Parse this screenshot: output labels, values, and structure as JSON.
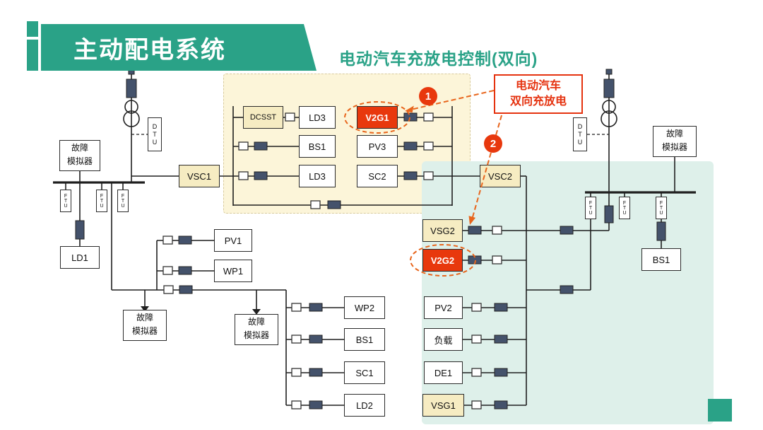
{
  "header": {
    "title": "主动配电系统",
    "subtitle": "电动汽车充放电控制(双向)"
  },
  "callout": {
    "line1": "电动汽车",
    "line2": "双向充放电"
  },
  "badges": {
    "badge1": "1",
    "badge2": "2"
  },
  "nodes": {
    "vsc1": "VSC1",
    "dcsst": "DCSST",
    "ld3a": "LD3",
    "v2g1": "V2G1",
    "bs1a": "BS1",
    "pv3": "PV3",
    "ld3b": "LD3",
    "sc2": "SC2",
    "vsc2": "VSC2",
    "vsg2": "VSG2",
    "v2g2": "V2G2",
    "pv2": "PV2",
    "load": "负载",
    "de1": "DE1",
    "vsg1": "VSG1",
    "ld1": "LD1",
    "pv1": "PV1",
    "wp1": "WP1",
    "wp2": "WP2",
    "bs1b": "BS1",
    "sc1": "SC1",
    "ld2": "LD2",
    "bs1r": "BS1"
  },
  "fault_label": {
    "line1": "故障",
    "line2": "模拟器"
  },
  "dtu_label": "DTU",
  "ftu_label": "FTU",
  "colors": {
    "accent_teal": "#2aa287",
    "region_yellow": "#fcf5d9",
    "region_teal": "#def0ea",
    "highlight_red": "#e8380d",
    "callout_red": "#e5320f",
    "arrow_orange": "#e8651c",
    "cream_box": "#f6ecc2",
    "switch_dark": "#44526b"
  }
}
